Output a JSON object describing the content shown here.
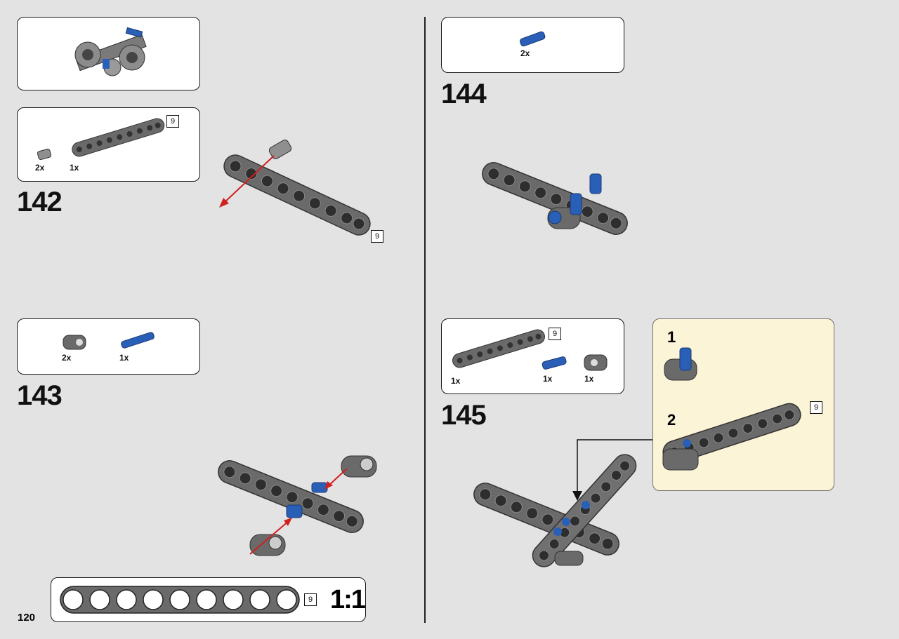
{
  "page": {
    "number": "120",
    "scale_label": "1:1"
  },
  "steps": {
    "s142": {
      "number": "142",
      "parts": [
        {
          "qty": "2x"
        },
        {
          "qty": "1x",
          "len": "9"
        }
      ],
      "callout_len": "9"
    },
    "s143": {
      "number": "143",
      "parts": [
        {
          "qty": "2x"
        },
        {
          "qty": "1x"
        }
      ]
    },
    "s144": {
      "number": "144",
      "parts": [
        {
          "qty": "2x"
        }
      ]
    },
    "s145": {
      "number": "145",
      "parts": [
        {
          "qty": "1x",
          "len": "9"
        },
        {
          "qty": "1x"
        },
        {
          "qty": "1x"
        }
      ],
      "substeps": [
        {
          "label": "1"
        },
        {
          "label": "2",
          "len": "9"
        }
      ]
    }
  },
  "scale_ruler": {
    "len": "9",
    "holes": 9
  },
  "colors": {
    "beam": "#6a6a6a",
    "pin_blue": "#2a5fb8",
    "arrow": "#d12020",
    "callout_bg": "#fcf4d7"
  }
}
